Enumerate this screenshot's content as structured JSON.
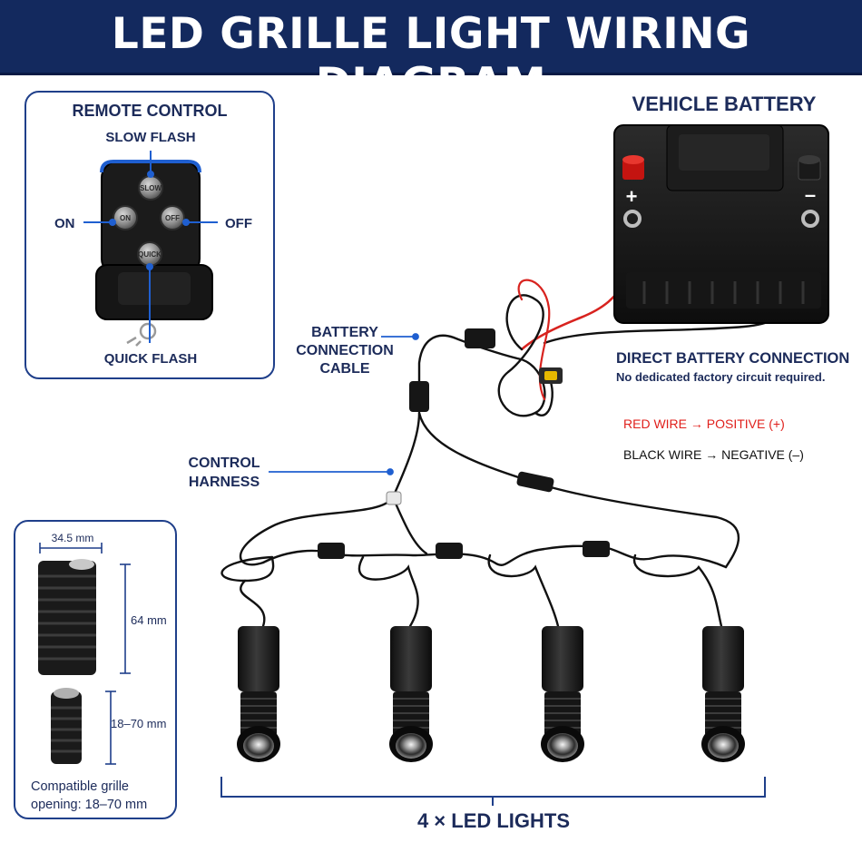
{
  "title": "LED GRILLE LIGHT WIRING DIAGRAM",
  "remote": {
    "heading": "REMOTE CONTROL",
    "slow_flash": "SLOW FLASH",
    "on": "ON",
    "off": "OFF",
    "quick_flash": "QUICK FLASH",
    "btn_slow": "SLOW",
    "btn_on": "ON",
    "btn_off": "OFF",
    "btn_quick": "QUICK"
  },
  "battery": {
    "heading": "VEHICLE BATTERY",
    "plus": "+",
    "minus": "–"
  },
  "cable": {
    "line1": "BATTERY",
    "line2": "CONNECTION",
    "line3": "CABLE"
  },
  "harness": {
    "line1": "CONTROL",
    "line2": "HARNESS"
  },
  "direct": {
    "heading": "DIRECT BATTERY CONNECTION",
    "sub": "No dedicated factory circuit required.",
    "red": "RED WIRE → POSITIVE (+)",
    "black": "BLACK WIRE → NEGATIVE (–)"
  },
  "dimensions": {
    "width": "34.5 mm",
    "height": "64 mm",
    "range": "18–70 mm",
    "compat_line1": "Compatible grille",
    "compat_line2": "opening: 18–70 mm"
  },
  "lights_label": "4 × LED LIGHTS",
  "colors": {
    "navy": "#13295e",
    "accent_blue": "#1f5fd0",
    "red": "#e0201c",
    "wire": "#111111"
  }
}
